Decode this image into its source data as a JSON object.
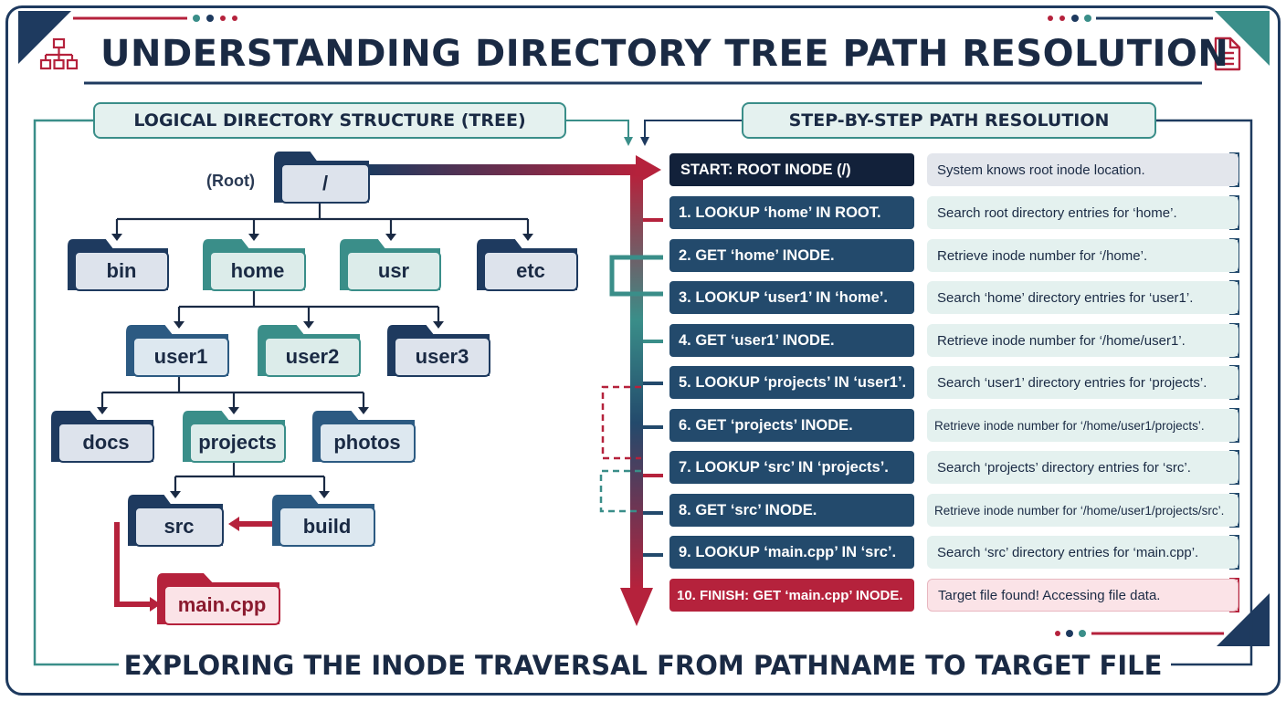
{
  "title": "UNDERSTANDING DIRECTORY TREE PATH RESOLUTION",
  "subtitle": "EXPLORING THE INODE TRAVERSAL FROM PATHNAME TO TARGET FILE",
  "left_section": {
    "label": "LOGICAL DIRECTORY STRUCTURE (TREE)",
    "root_label": "(Root)",
    "folders": [
      {
        "id": "root",
        "name": "/",
        "color": "navy"
      },
      {
        "id": "bin",
        "name": "bin",
        "color": "navy"
      },
      {
        "id": "home",
        "name": "home",
        "color": "teal"
      },
      {
        "id": "usr",
        "name": "usr",
        "color": "teal"
      },
      {
        "id": "etc",
        "name": "etc",
        "color": "navy"
      },
      {
        "id": "user1",
        "name": "user1",
        "color": "blue"
      },
      {
        "id": "user2",
        "name": "user2",
        "color": "teal"
      },
      {
        "id": "user3",
        "name": "user3",
        "color": "navy"
      },
      {
        "id": "docs",
        "name": "docs",
        "color": "navy"
      },
      {
        "id": "projects",
        "name": "projects",
        "color": "teal"
      },
      {
        "id": "photos",
        "name": "photos",
        "color": "blue"
      },
      {
        "id": "src",
        "name": "src",
        "color": "navy"
      },
      {
        "id": "build",
        "name": "build",
        "color": "blue"
      },
      {
        "id": "main",
        "name": "main.cpp",
        "color": "red"
      }
    ]
  },
  "right_section": {
    "label": "STEP-BY-STEP PATH RESOLUTION",
    "steps": [
      {
        "label": "START: ROOT INODE (/)",
        "desc": "System knows root inode location.",
        "kind": "start"
      },
      {
        "label": "1. LOOKUP ‘home’ IN ROOT.",
        "desc": "Search root directory entries for ‘home’.",
        "kind": "step"
      },
      {
        "label": "2. GET ‘home’ INODE.",
        "desc": "Retrieve inode number for ‘/home’.",
        "kind": "step"
      },
      {
        "label": "3. LOOKUP ‘user1’ IN ‘home’.",
        "desc": "Search ‘home’ directory entries for ‘user1’.",
        "kind": "step"
      },
      {
        "label": "4. GET ‘user1’ INODE.",
        "desc": "Retrieve inode number for ‘/home/user1’.",
        "kind": "step"
      },
      {
        "label": "5. LOOKUP ‘projects’ IN ‘user1’.",
        "desc": "Search ‘user1’ directory entries for ‘projects’.",
        "kind": "step"
      },
      {
        "label": "6. GET ‘projects’ INODE.",
        "desc": "Retrieve inode number for ‘/home/user1/projects’.",
        "kind": "step"
      },
      {
        "label": "7. LOOKUP ‘src’ IN ‘projects’.",
        "desc": "Search ‘projects’ directory entries for ‘src’.",
        "kind": "step"
      },
      {
        "label": "8. GET ‘src’ INODE.",
        "desc": "Retrieve inode number for ‘/home/user1/projects/src’.",
        "kind": "step"
      },
      {
        "label": "9. LOOKUP ‘main.cpp’ IN ‘src’.",
        "desc": "Search ‘src’ directory entries for ‘main.cpp’.",
        "kind": "step"
      },
      {
        "label": "10. FINISH: GET ‘main.cpp’ INODE.",
        "desc": "Target file found! Accessing file data.",
        "kind": "finish"
      }
    ]
  },
  "icons": [
    "hierarchy-icon",
    "document-icon"
  ],
  "colors": {
    "navy": "#1e3a5f",
    "teal": "#3a8e89",
    "blue": "#2c5a82",
    "crimson": "#b5223c",
    "start": "#12213a",
    "step": "#234a6c"
  }
}
